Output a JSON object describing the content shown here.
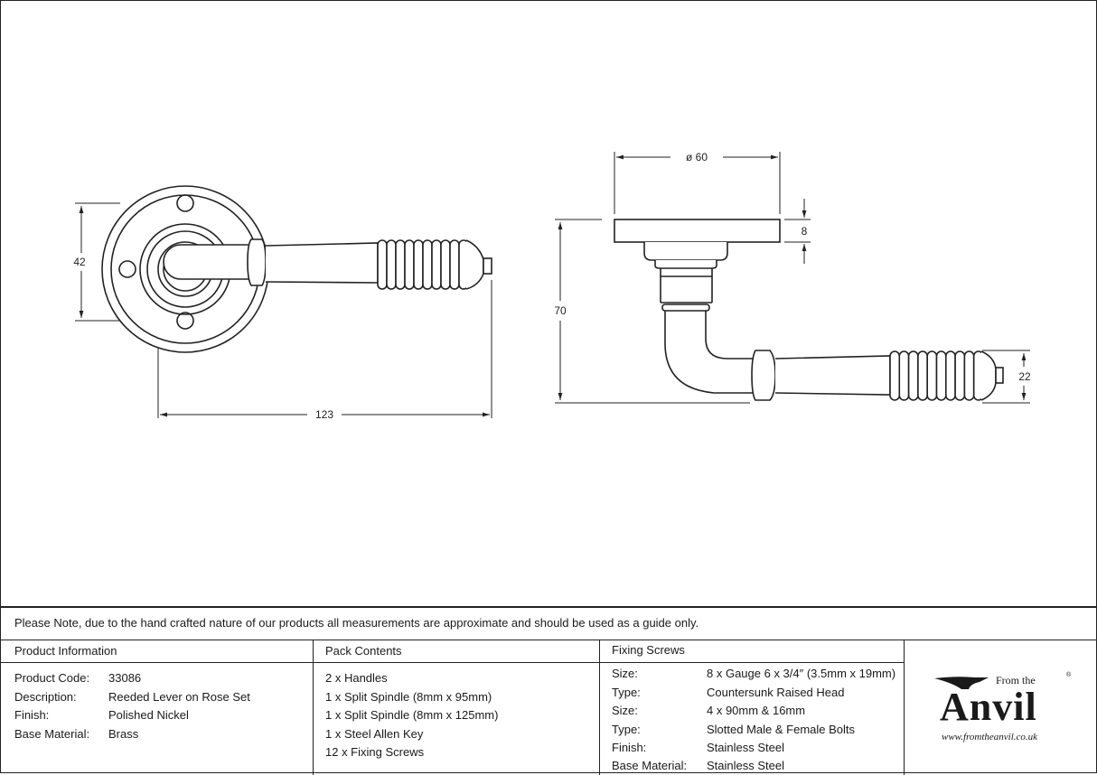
{
  "dimensions": {
    "front_height": "42",
    "front_length": "123",
    "rose_diameter": "ø 60",
    "rose_thickness": "8",
    "projection": "70",
    "grip_height": "22"
  },
  "note": "Please Note, due to the hand crafted nature of our products all measurements are approximate and should be used as a guide only.",
  "product_info": {
    "title": "Product Information",
    "rows": [
      {
        "label": "Product Code:",
        "value": "33086"
      },
      {
        "label": "Description:",
        "value": "Reeded Lever on Rose Set"
      },
      {
        "label": "Finish:",
        "value": "Polished Nickel"
      },
      {
        "label": "Base Material:",
        "value": "Brass"
      }
    ]
  },
  "pack_contents": {
    "title": "Pack Contents",
    "items": [
      "2 x Handles",
      "1 x Split Spindle (8mm x 95mm)",
      "1 x Split Spindle (8mm x 125mm)",
      "1 x Steel Allen Key",
      "12 x Fixing Screws"
    ]
  },
  "fixing_screws": {
    "title": "Fixing Screws",
    "rows": [
      {
        "label": "Size:",
        "value": "8 x Gauge 6 x 3/4″ (3.5mm x 19mm)"
      },
      {
        "label": "Type:",
        "value": "Countersunk Raised Head"
      },
      {
        "label": "Size:",
        "value": "4 x 90mm & 16mm"
      },
      {
        "label": "Type:",
        "value": "Slotted Male & Female Bolts"
      },
      {
        "label": "Finish:",
        "value": "Stainless Steel"
      },
      {
        "label": "Base Material:",
        "value": "Stainless Steel"
      }
    ]
  },
  "logo": {
    "from_the": "From the",
    "brand": "Anvil",
    "url": "www.fromtheanvil.co.uk"
  }
}
